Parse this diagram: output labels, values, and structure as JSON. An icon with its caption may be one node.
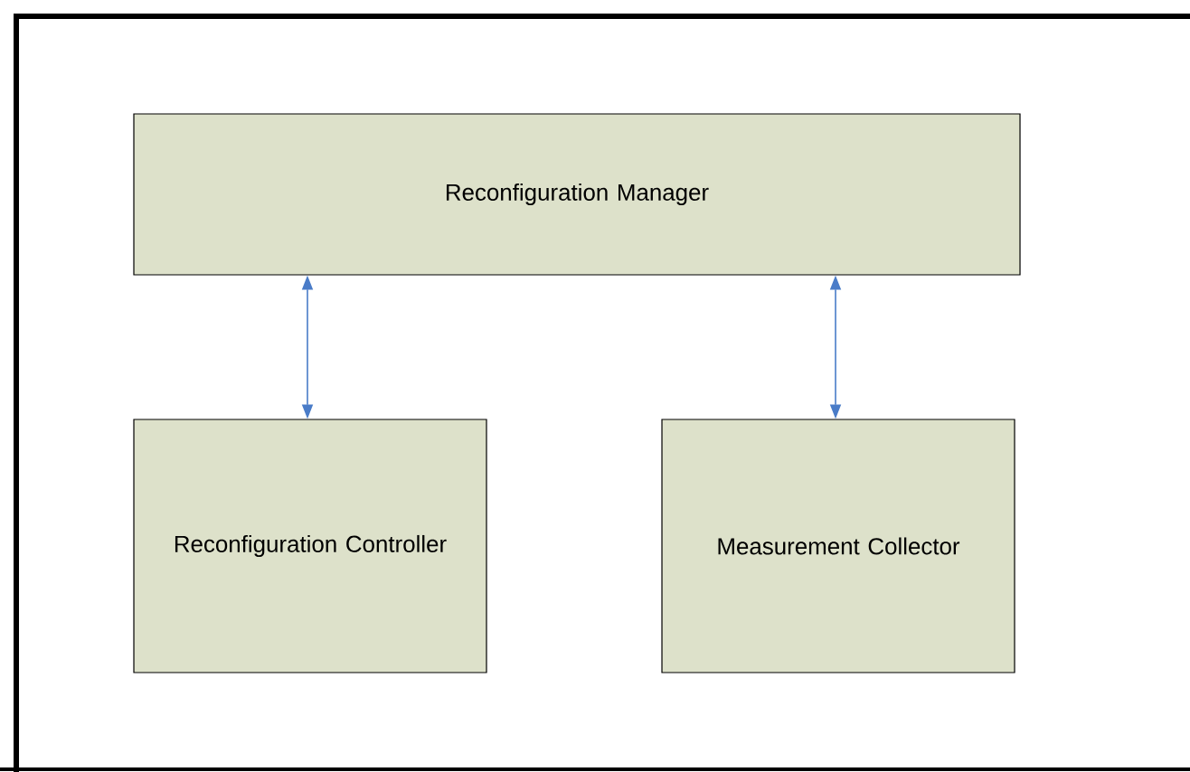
{
  "diagram": {
    "nodes": [
      {
        "text": [
          "Reconfiguration Manager"
        ]
      },
      {
        "text": [
          "Reconfiguration Controller"
        ]
      },
      {
        "text": [
          "Measurement Collector"
        ]
      }
    ],
    "edges": [
      {
        "from": 0,
        "to": 1,
        "arrow": "both"
      },
      {
        "from": 0,
        "to": 2,
        "arrow": "both"
      }
    ]
  }
}
